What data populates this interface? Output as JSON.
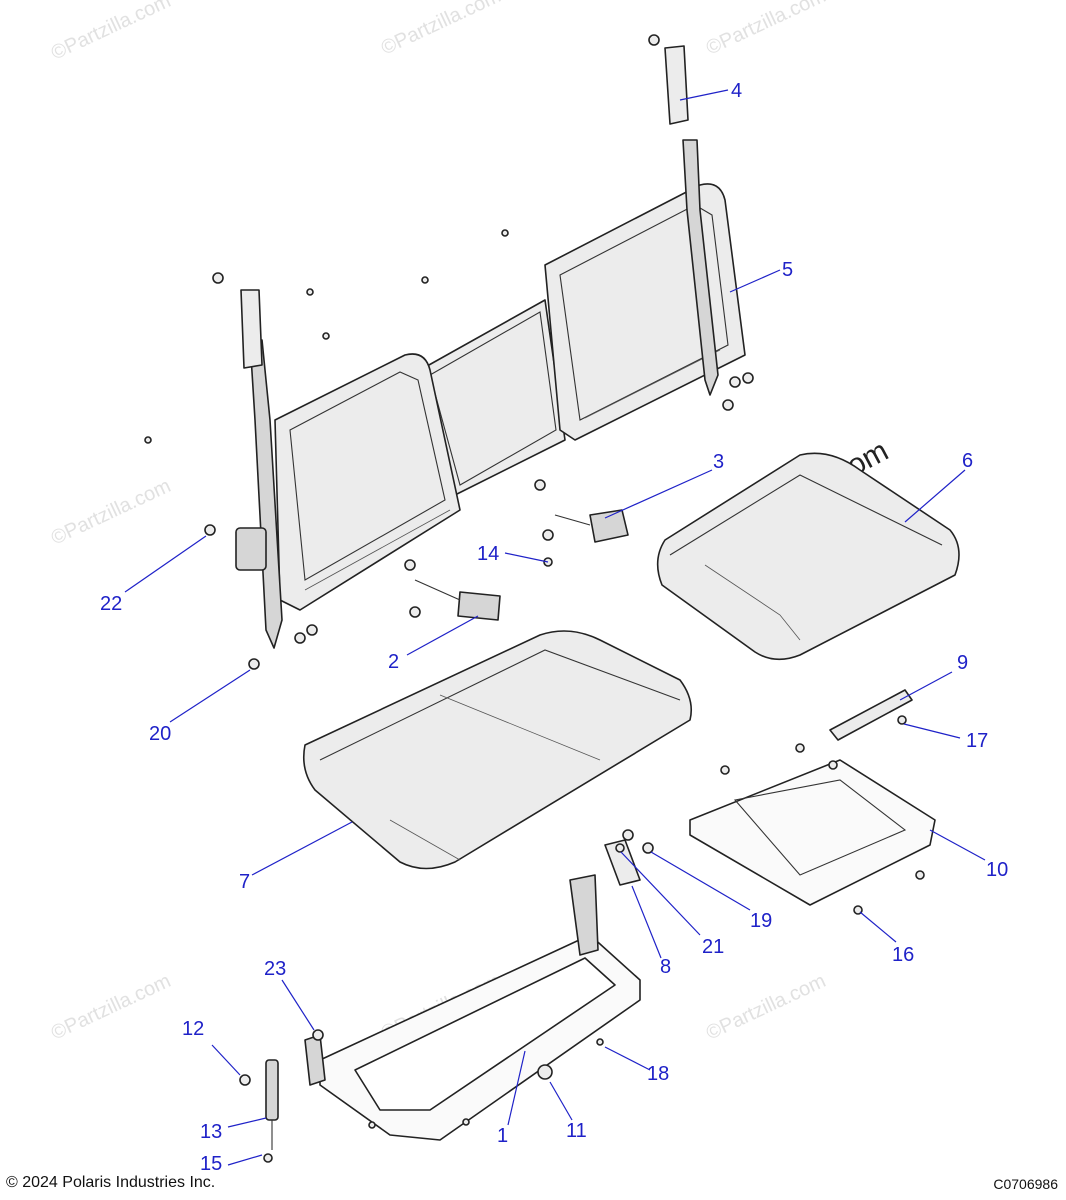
{
  "watermark": {
    "text": "©Partzilla.com",
    "large_text": "© Partzilla.com"
  },
  "footer": {
    "copyright": "© 2024 Polaris Industries Inc.",
    "drawing_number": "C0706986"
  },
  "callouts": [
    {
      "label": "1"
    },
    {
      "label": "2"
    },
    {
      "label": "3"
    },
    {
      "label": "4"
    },
    {
      "label": "5"
    },
    {
      "label": "6"
    },
    {
      "label": "7"
    },
    {
      "label": "8"
    },
    {
      "label": "9"
    },
    {
      "label": "10"
    },
    {
      "label": "11"
    },
    {
      "label": "12"
    },
    {
      "label": "13"
    },
    {
      "label": "14"
    },
    {
      "label": "15"
    },
    {
      "label": "16"
    },
    {
      "label": "17"
    },
    {
      "label": "18"
    },
    {
      "label": "19"
    },
    {
      "label": "20"
    },
    {
      "label": "21"
    },
    {
      "label": "22"
    },
    {
      "label": "23"
    }
  ],
  "colors": {
    "callout": "#1f22c8",
    "line_art": "#222222",
    "watermark": "#c9c9c9"
  }
}
